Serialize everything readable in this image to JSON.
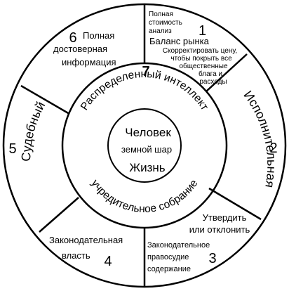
{
  "colors": {
    "stroke": "#000000",
    "background": "#ffffff",
    "text": "#000000"
  },
  "center": {
    "line1": "Человек",
    "line2": "земной шар",
    "line3": "Жизнь"
  },
  "inner_ring": {
    "number": "7",
    "top_arc_text": "Распределенный интеллект",
    "bottom_arc_text": "учредительное собрание"
  },
  "sectors": {
    "s1": {
      "number": "1",
      "note_lines": [
        "Полная",
        "стоимость",
        "анализ"
      ],
      "title": "Баланс рынка",
      "detail_lines": [
        "Скорректировать цену,",
        "чтобы покрыть все",
        "общественные",
        "блага и",
        "расходы"
      ]
    },
    "s2": {
      "number": "2",
      "title": "Исполнительная"
    },
    "s2_3": {
      "lines": [
        "Утвердить",
        "или отклонить"
      ]
    },
    "s3": {
      "number": "3",
      "lines": [
        "Законодательное",
        "правосудие",
        "содержание"
      ]
    },
    "s4": {
      "number": "4",
      "lines": [
        "Законодательная",
        "власть"
      ]
    },
    "s5": {
      "number": "5",
      "title": "Судебный"
    },
    "s6": {
      "number": "6",
      "lines": [
        "Полная",
        "достоверная",
        "информация"
      ]
    }
  }
}
